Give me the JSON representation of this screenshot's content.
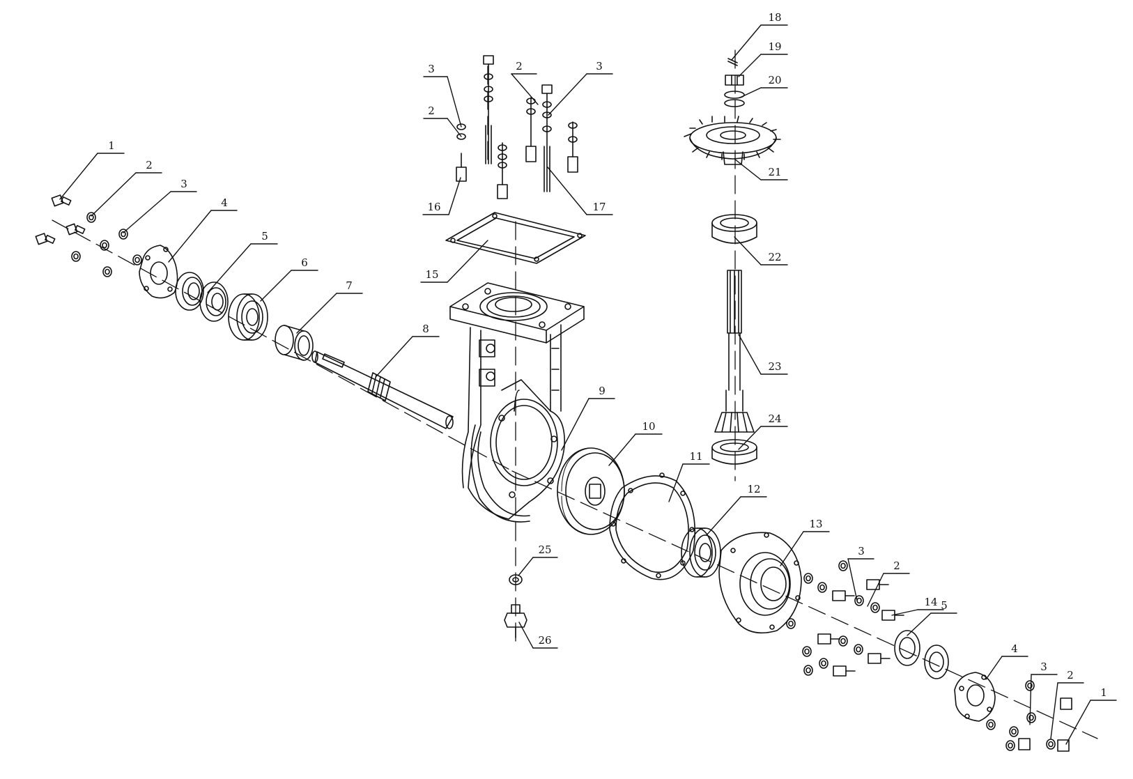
{
  "labels": {
    "n1": "1",
    "n2": "2",
    "n3": "3",
    "n4": "4",
    "n5": "5",
    "n6": "6",
    "n7": "7",
    "n8": "8",
    "n9": "9",
    "n10": "10",
    "n11": "11",
    "n12": "12",
    "n13": "13",
    "n14": "14",
    "n15": "15",
    "n16": "16",
    "n17": "17",
    "n18": "18",
    "n19": "19",
    "n20": "20",
    "n21": "21",
    "n22": "22",
    "n23": "23",
    "n24": "24",
    "n25": "25",
    "n26": "26"
  }
}
